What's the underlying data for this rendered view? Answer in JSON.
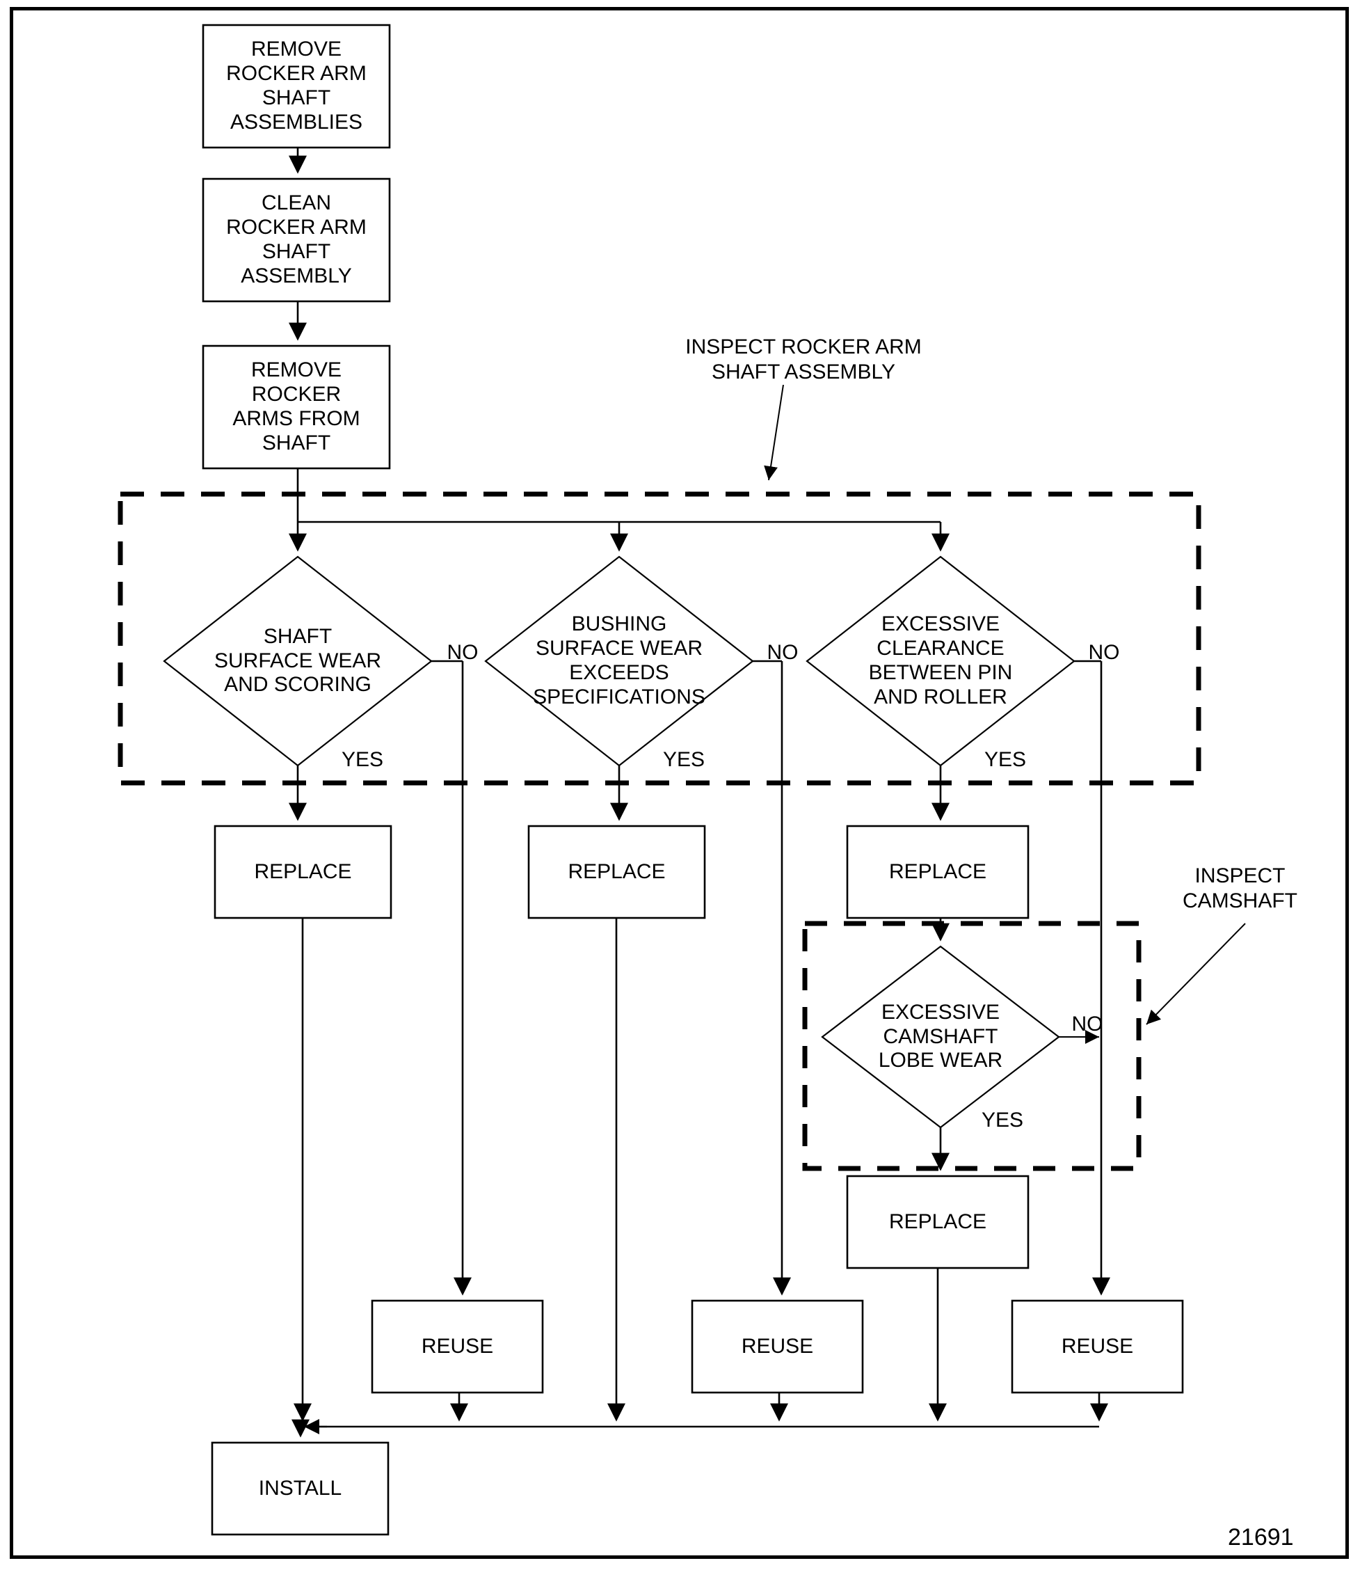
{
  "diagram": {
    "title": "Rocker Arm Shaft Assembly Inspection Flowchart",
    "figure_number": "21691",
    "colors": {
      "line": "#000000",
      "background": "#ffffff",
      "text": "#000000"
    }
  },
  "nodes": {
    "remove_assemblies": "REMOVE\nROCKER ARM\nSHAFT\nASSEMBLIES",
    "clean_assembly": "CLEAN\nROCKER ARM\nSHAFT\nASSEMBLY",
    "remove_arms": "REMOVE\nROCKER\nARMS FROM\nSHAFT",
    "decision_shaft": "SHAFT\nSURFACE WEAR\nAND SCORING",
    "decision_bushing": "BUSHING\nSURFACE WEAR\nEXCEEDS\nSPECIFICATIONS",
    "decision_clearance": "EXCESSIVE\nCLEARANCE\nBETWEEN PIN\nAND ROLLER",
    "decision_camshaft": "EXCESSIVE\nCAMSHAFT\nLOBE WEAR",
    "replace_shaft": "REPLACE",
    "replace_bushing": "REPLACE",
    "replace_clearance": "REPLACE",
    "replace_camshaft": "REPLACE",
    "reuse_shaft": "REUSE",
    "reuse_bushing": "REUSE",
    "reuse_clearance": "REUSE",
    "install": "INSTALL"
  },
  "annotations": {
    "inspect_rocker": "INSPECT ROCKER ARM\nSHAFT ASSEMBLY",
    "inspect_camshaft": "INSPECT\nCAMSHAFT"
  },
  "edge_labels": {
    "shaft_no": "NO",
    "shaft_yes": "YES",
    "bushing_no": "NO",
    "bushing_yes": "YES",
    "clearance_no": "NO",
    "clearance_yes": "YES",
    "camshaft_no": "NO",
    "camshaft_yes": "YES"
  },
  "chart_data": {
    "type": "flowchart",
    "orientation": "top-to-bottom",
    "process_nodes": [
      "REMOVE ROCKER ARM SHAFT ASSEMBLIES",
      "CLEAN ROCKER ARM SHAFT ASSEMBLY",
      "REMOVE ROCKER ARMS FROM SHAFT",
      "REPLACE",
      "REPLACE",
      "REPLACE",
      "REPLACE",
      "REUSE",
      "REUSE",
      "REUSE",
      "INSTALL"
    ],
    "decision_nodes": [
      "SHAFT SURFACE WEAR AND SCORING",
      "BUSHING SURFACE WEAR EXCEEDS SPECIFICATIONS",
      "EXCESSIVE CLEARANCE BETWEEN PIN AND ROLLER",
      "EXCESSIVE CAMSHAFT LOBE WEAR"
    ],
    "grouped_regions": [
      "INSPECT ROCKER ARM SHAFT ASSEMBLY",
      "INSPECT CAMSHAFT"
    ],
    "branch_labels": [
      "YES",
      "NO"
    ]
  }
}
